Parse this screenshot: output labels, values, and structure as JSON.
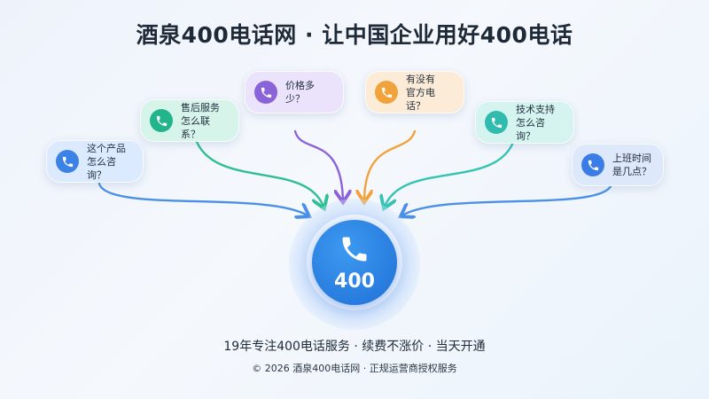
{
  "header": {
    "title": "酒泉400电话网 · 让中国企业用好400电话"
  },
  "questions": [
    {
      "text": "这个产品\n怎么咨询？",
      "color": "#3b82e6",
      "icon": "phone-icon"
    },
    {
      "text": "售后服务\n怎么联系？",
      "color": "#22b48a",
      "icon": "phone-icon"
    },
    {
      "text": "价格多少？",
      "color": "#8b63d9",
      "icon": "phone-icon"
    },
    {
      "text": "有没有\n官方电话？",
      "color": "#f1a23a",
      "icon": "phone-icon"
    },
    {
      "text": "技术支持\n怎么咨询？",
      "color": "#2fbcaf",
      "icon": "phone-icon"
    },
    {
      "text": "上班时间\n是几点？",
      "color": "#3b7de6",
      "icon": "phone-icon"
    }
  ],
  "hub": {
    "label": "400",
    "icon": "phone-icon",
    "color": "#2a7fe0"
  },
  "tagline": "19年专注400电话服务 · 续费不涨价 · 当天开通",
  "footer": "© 2026 酒泉400电话网 · 正规运营商授权服务"
}
